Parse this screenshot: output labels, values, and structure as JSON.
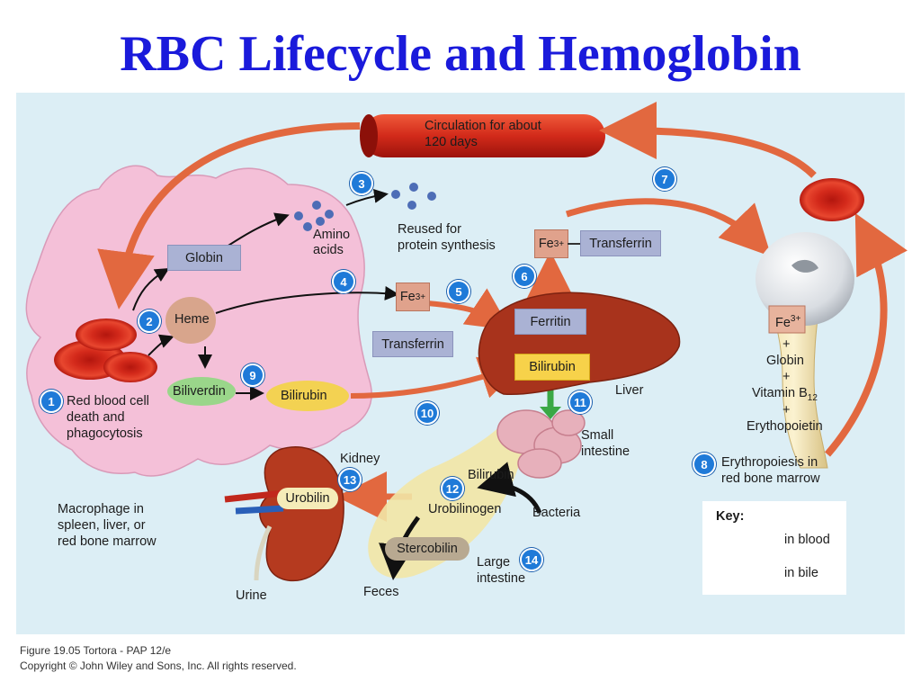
{
  "title": "RBC Lifecycle and Hemoglobin",
  "diagram": {
    "circulation": "Circulation for about",
    "circulation_days": "120 days",
    "globin": "Globin",
    "heme": "Heme",
    "amino": "Amino",
    "acids": "acids",
    "reused_line1": "Reused for",
    "reused_line2": "protein synthesis",
    "fe": "Fe",
    "fe_sup": "3+",
    "transferrin": "Transferrin",
    "ferritin": "Ferritin",
    "biliverdin": "Biliverdin",
    "bilirubin": "Bilirubin",
    "liver": "Liver",
    "rbc_death_line1": "Red blood cell",
    "rbc_death_line2": "death and",
    "rbc_death_line3": "phagocytosis",
    "macrophage_line1": "Macrophage in",
    "macrophage_line2": "spleen, liver, or",
    "macrophage_line3": "red bone marrow",
    "small_intestine_line1": "Small",
    "small_intestine_line2": "intestine",
    "kidney": "Kidney",
    "urobilin": "Urobilin",
    "urobilinogen": "Urobilinogen",
    "bacteria": "Bacteria",
    "stercobilin": "Stercobilin",
    "large_intestine_line1": "Large",
    "large_intestine_line2": "intestine",
    "feces": "Feces",
    "urine": "Urine",
    "plus": "+",
    "globin_marrow": "Globin",
    "vitamin": "Vitamin B",
    "vitamin_sub": "12",
    "erythropoietin": "Erythopoietin",
    "erythropoiesis_line1": "Erythropoiesis in",
    "erythropoiesis_line2": "red bone marrow",
    "steps": [
      "1",
      "2",
      "3",
      "4",
      "5",
      "6",
      "7",
      "8",
      "9",
      "10",
      "11",
      "12",
      "13",
      "14"
    ]
  },
  "key": {
    "title": "Key:",
    "blood": "in blood",
    "bile": "in bile"
  },
  "footer": {
    "line1": "Figure 19.05  Tortora - PAP 12/e",
    "line2": "Copyright © John Wiley and Sons, Inc. All rights reserved."
  },
  "colors": {
    "title": "#1a1adb",
    "panel": "#dceef5",
    "blood_arrow": "#e2683f",
    "bile_arrow": "#3aa845",
    "step_badge": "#1f7ad8",
    "macrophage": "#f4c0d8"
  }
}
